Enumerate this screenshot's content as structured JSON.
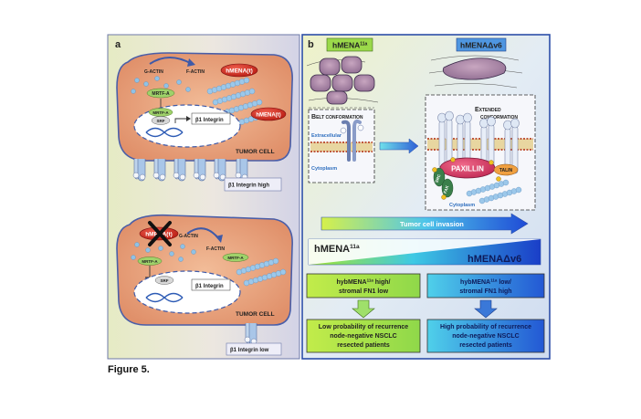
{
  "figure_label": "Figure 5.",
  "panel_a": {
    "label": "a",
    "top": {
      "g_actin": "G-ACTIN",
      "f_actin": "F-ACTIN",
      "hmena_1": "hMENA(t)",
      "hmena_2": "hMENA(t)",
      "mrtf": "MRTF-A",
      "srf": "SRF",
      "integrin_gene": "β1 Integrin",
      "tumor_cell": "TUMOR CELL",
      "status": "β1 Integrin high"
    },
    "bottom": {
      "hmena": "hMENA(t)",
      "g_actin": "G-ACTIN",
      "f_actin": "F-ACTIN",
      "mrtf_1": "MRTF-A",
      "mrtf_2": "MRTF-A",
      "srf": "SRF",
      "integrin_gene": "β1 Integrin",
      "tumor_cell": "TUMOR CELL",
      "status": "β1 Integrin low"
    }
  },
  "panel_b": {
    "label": "b",
    "left_title_main": "hMENA",
    "left_title_sup": "11a",
    "right_title": "hMENAΔv6",
    "belt_label_1": "B",
    "belt_label_2": "ELT CONFORMATION",
    "extended_label_1": "E",
    "extended_label_2": "XTENDED",
    "extended_label_3": "CONFORMATION",
    "extracellular": "Extracellular",
    "cytoplasm_left": "Cytoplasm",
    "cytoplasm_right": "Cytoplasm",
    "paxillin": "PAXILLIN",
    "talin": "TALIN",
    "src": "SRC",
    "fak": "FAK",
    "invasion": "Tumor cell invasion",
    "gradient_left_main": "hMENA",
    "gradient_left_sup": "11a",
    "gradient_right": "hMENAΔv6",
    "box_left_1a": "hybMENA",
    "box_left_1sup": "11a",
    "box_left_1b": " high/",
    "box_left_2": "stromal FN1 low",
    "box_right_1a": "hybMENA",
    "box_right_1sup": "11a",
    "box_right_1b": " low/",
    "box_right_2": "stromal FN1 high",
    "outcome_left_1": "Low  probability of recurrence",
    "outcome_left_2": "node-negative NSCLC",
    "outcome_left_3": "resected patients",
    "outcome_right_1": "High  probability of recurrence",
    "outcome_right_2": "node-negative NSCLC",
    "outcome_right_3": "resected patients"
  },
  "colors": {
    "cell_fill": "#e9a27a",
    "hmena_red": "#d12a1f",
    "mrtf_green": "#9fd26a",
    "actin_blue": "#8fc2e6",
    "panel_b_bg": "#dfe9f6",
    "border_blue": "#2c4ea8"
  }
}
